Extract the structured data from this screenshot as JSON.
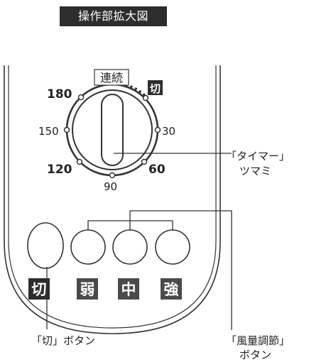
{
  "header": {
    "title": "操作部拡大図"
  },
  "dial": {
    "top_label": "連続",
    "off_label": "切",
    "marks": {
      "m180": "180",
      "m150": "150",
      "m120": "120",
      "m90": "90",
      "m60": "60",
      "m30": "30"
    }
  },
  "buttons": {
    "off": "切",
    "weak": "弱",
    "medium": "中",
    "strong": "強"
  },
  "callouts": {
    "timer_line1": "「タイマー」",
    "timer_line2": "ツマミ",
    "off_button": "「切」ボタン",
    "wind_line1": "「風量調節」",
    "wind_line2": "ボタン"
  },
  "colors": {
    "dark": "#2d2d2d",
    "line": "#333333",
    "background": "#ffffff"
  }
}
